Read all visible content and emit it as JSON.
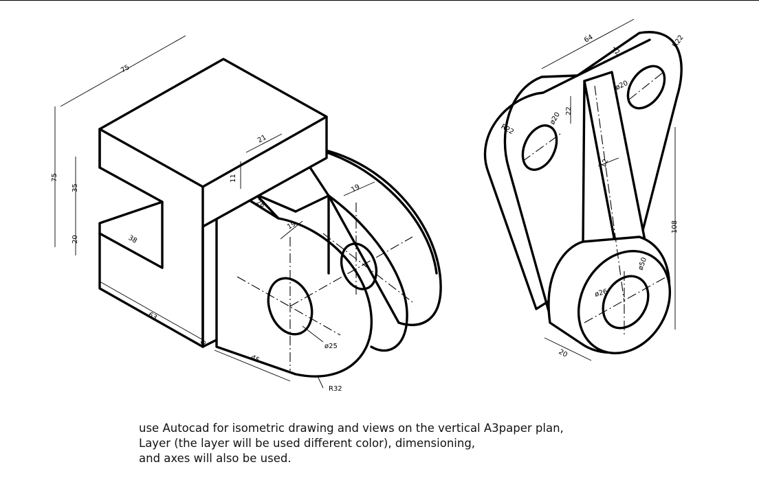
{
  "drawing_left": {
    "dims": {
      "d75_top": "75",
      "d75_side": "75",
      "d35": "35",
      "d20": "20",
      "d38": "38",
      "d63": "63",
      "d8": "8",
      "d45": "45",
      "d21": "21",
      "d11": "11",
      "d28": "28",
      "d19a": "19",
      "d19b": "19",
      "phi25": "ø25",
      "r32": "R32"
    }
  },
  "drawing_right": {
    "dims": {
      "d64": "64",
      "d12a": "12",
      "r22a": "R22",
      "r22b": "R22",
      "phi20a": "ø20",
      "phi20b": "ø20",
      "d22": "22",
      "d12b": "12",
      "d108": "108",
      "phi50": "ø50",
      "phi26": "ø26",
      "d20": "20"
    }
  },
  "instructions": {
    "line1": "use Autocad for isometric drawing and views on the vertical A3paper plan,",
    "line2": "Layer (the layer will be used different color), dimensioning,",
    "line3": "and axes will also be used."
  }
}
